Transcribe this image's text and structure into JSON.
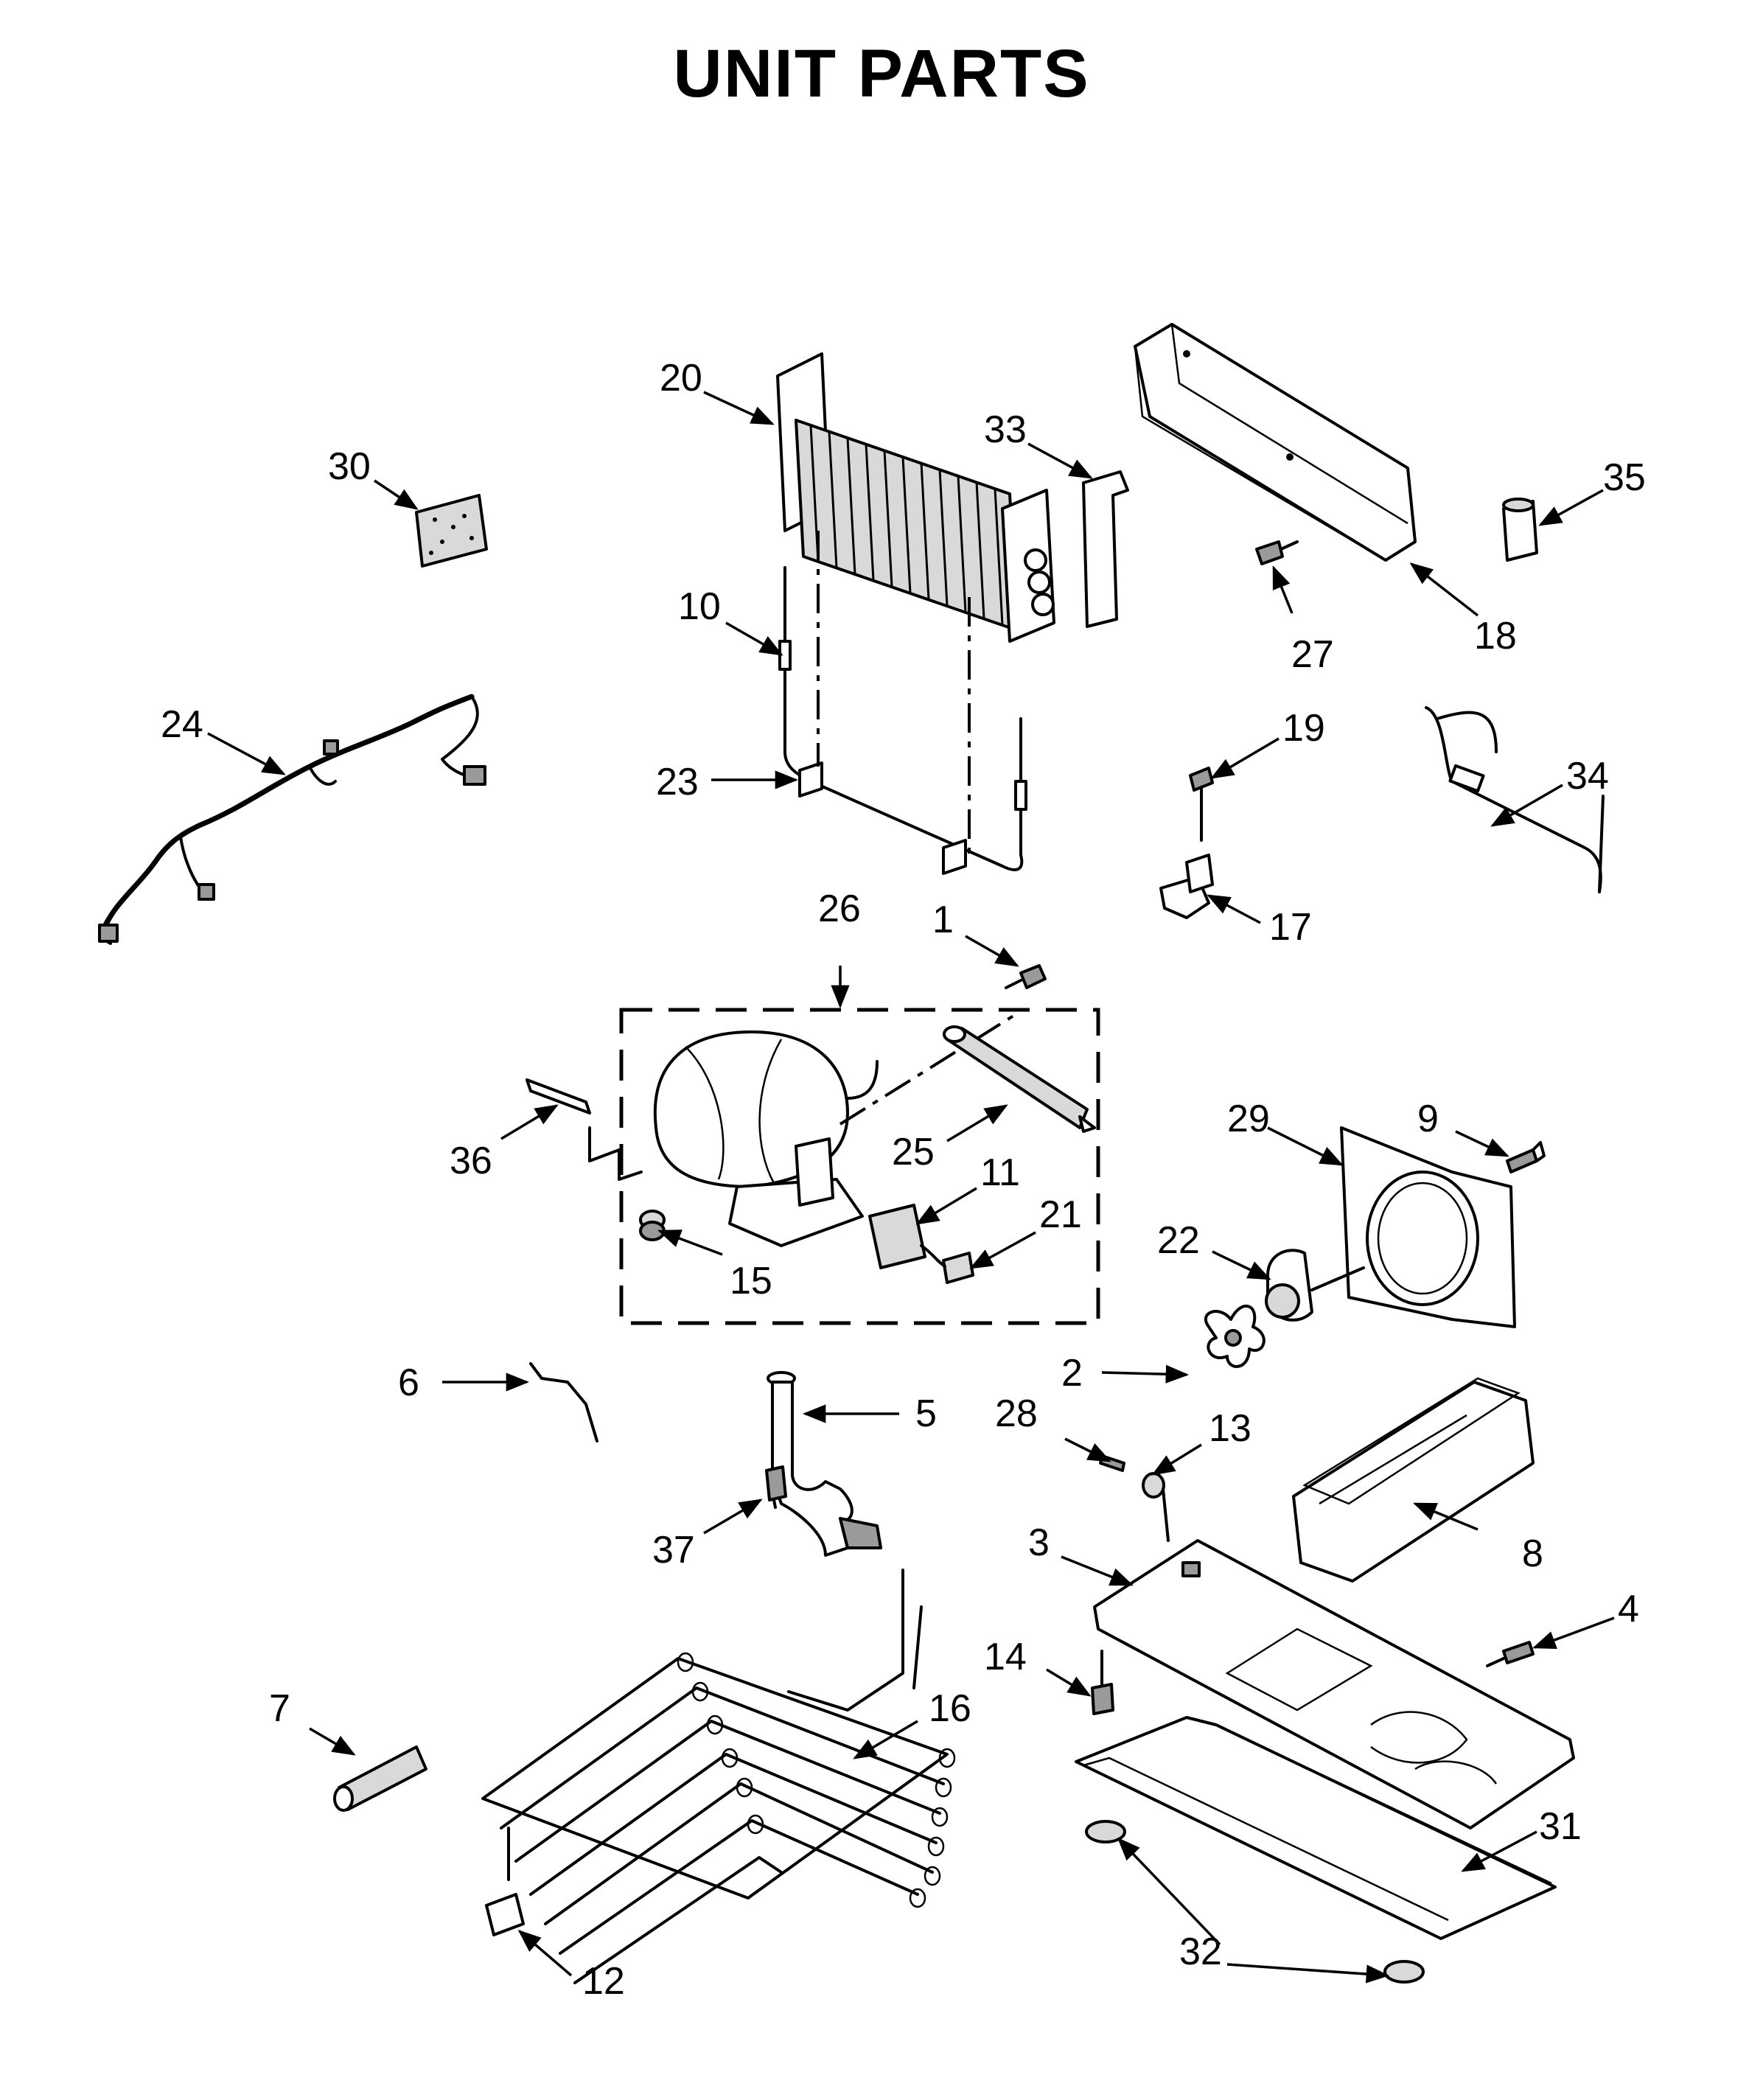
{
  "title": "UNIT PARTS",
  "callouts": [
    "1",
    "2",
    "3",
    "4",
    "5",
    "6",
    "7",
    "8",
    "9",
    "10",
    "11",
    "12",
    "13",
    "14",
    "15",
    "16",
    "17",
    "18",
    "19",
    "20",
    "21",
    "22",
    "23",
    "24",
    "25",
    "26",
    "27",
    "28",
    "29",
    "30",
    "31",
    "32",
    "33",
    "34",
    "35",
    "36",
    "37"
  ]
}
